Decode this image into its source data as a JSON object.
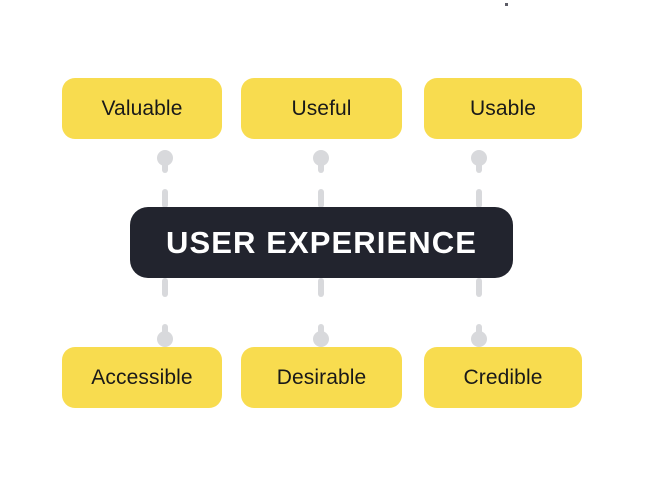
{
  "diagram": {
    "title": "USER EXPERIENCE",
    "center_label": "USER EXPERIENCE",
    "top_row": [
      {
        "label": "Valuable"
      },
      {
        "label": "Useful"
      },
      {
        "label": "Usable"
      }
    ],
    "bottom_row": [
      {
        "label": "Accessible"
      },
      {
        "label": "Desirable"
      },
      {
        "label": "Credible"
      }
    ],
    "colors": {
      "node_fill": "#f8dc4f",
      "node_text": "#191919",
      "center_fill": "#22242e",
      "center_text": "#ffffff",
      "connector": "#d8d9dc",
      "background": "#ffffff"
    },
    "connectors": {
      "upper": [
        {
          "from": "Valuable",
          "to": "USER EXPERIENCE"
        },
        {
          "from": "Useful",
          "to": "USER EXPERIENCE"
        },
        {
          "from": "Usable",
          "to": "USER EXPERIENCE"
        }
      ],
      "lower": [
        {
          "from": "USER EXPERIENCE",
          "to": "Accessible"
        },
        {
          "from": "USER EXPERIENCE",
          "to": "Desirable"
        },
        {
          "from": "USER EXPERIENCE",
          "to": "Credible"
        }
      ]
    }
  }
}
